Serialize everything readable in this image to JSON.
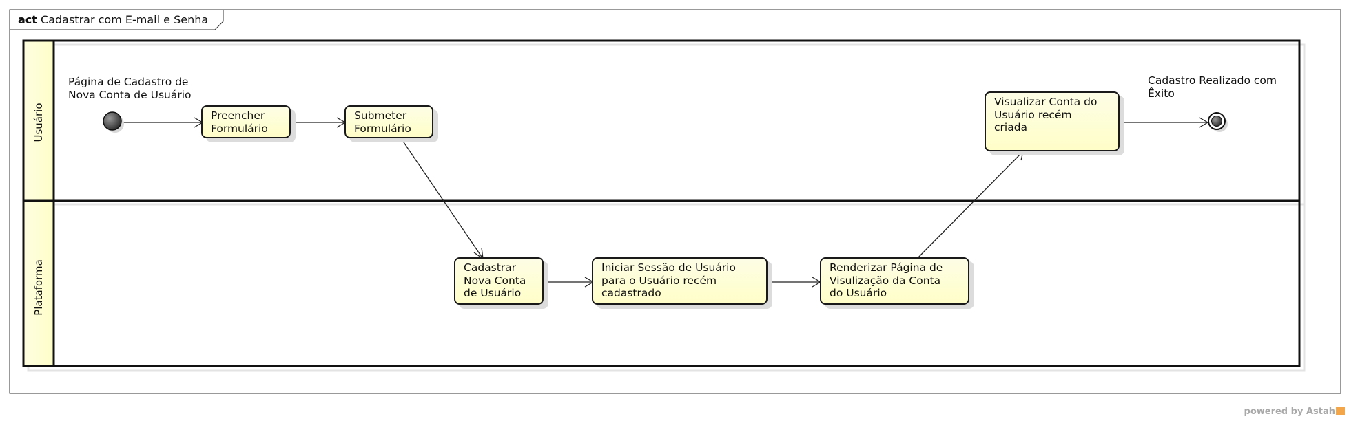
{
  "frame": {
    "keyword": "act",
    "title": "Cadastrar com E-mail e Senha"
  },
  "lanes": [
    {
      "label": "Usuário"
    },
    {
      "label": "Plataforma"
    }
  ],
  "start_label": "Página de Cadastro de\nNova Conta de Usuário",
  "end_label": "Cadastro Realizado com\nÊxito",
  "actions": [
    {
      "id": "a1",
      "label": "Preencher\nFormulário"
    },
    {
      "id": "a2",
      "label": "Submeter\nFormulário"
    },
    {
      "id": "a3",
      "label": "Cadastrar\nNova Conta\nde Usuário"
    },
    {
      "id": "a4",
      "label": "Iniciar Sessão de Usuário\npara o Usuário recém\ncadastrado"
    },
    {
      "id": "a5",
      "label": "Renderizar Página de\nVisulização da Conta\ndo Usuário"
    },
    {
      "id": "a6",
      "label": "Visualizar Conta do\nUsuário recém\ncriada"
    }
  ],
  "flows": [
    {
      "from": "start",
      "to": "a1"
    },
    {
      "from": "a1",
      "to": "a2"
    },
    {
      "from": "a2",
      "to": "a3"
    },
    {
      "from": "a3",
      "to": "a4"
    },
    {
      "from": "a4",
      "to": "a5"
    },
    {
      "from": "a5",
      "to": "a6"
    },
    {
      "from": "a6",
      "to": "end"
    }
  ],
  "watermark": {
    "text": "powered by Astah"
  },
  "colors": {
    "action_fill": "#fffec8",
    "lane_header_fill": "#fefed2",
    "stroke": "#1a1a1a"
  }
}
